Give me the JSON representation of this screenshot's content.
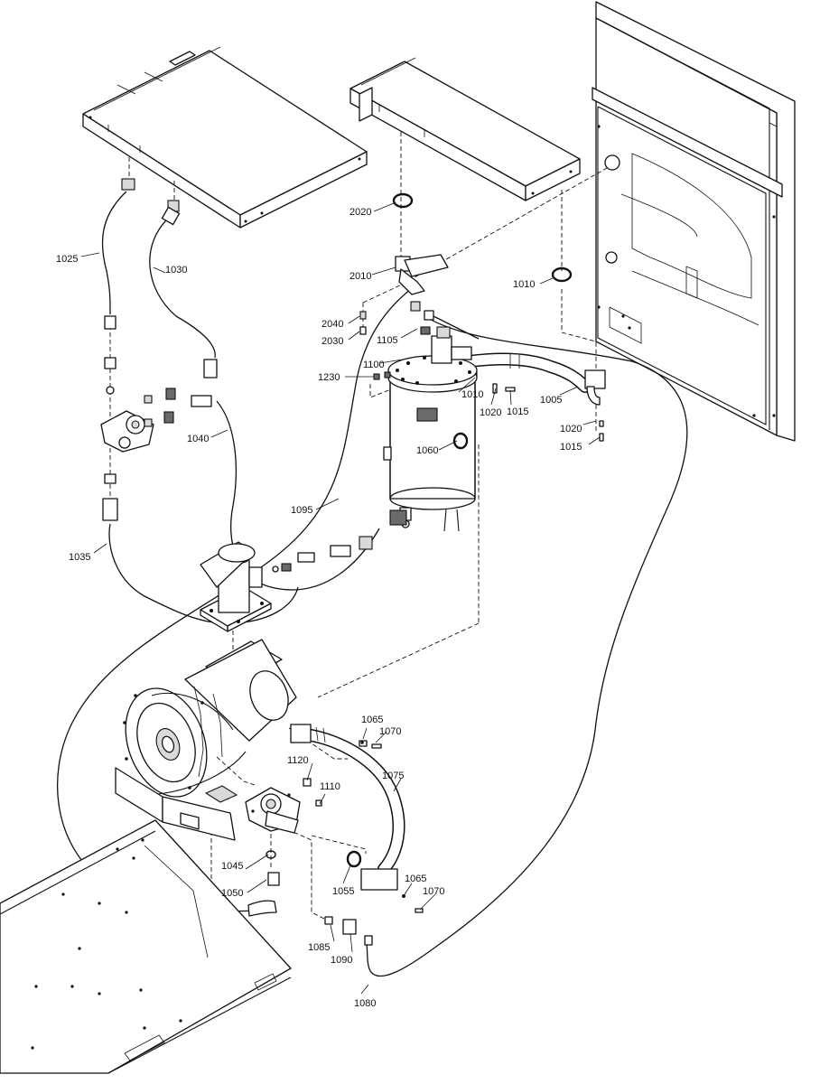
{
  "callouts": {
    "c1005": "1005",
    "c1010a": "1010",
    "c1010b": "1010",
    "c1015a": "1015",
    "c1015b": "1015",
    "c1020a": "1020",
    "c1020b": "1020",
    "c1025": "1025",
    "c1030": "1030",
    "c1035": "1035",
    "c1040": "1040",
    "c1045": "1045",
    "c1050": "1050",
    "c1055": "1055",
    "c1060": "1060",
    "c1065a": "1065",
    "c1065b": "1065",
    "c1070a": "1070",
    "c1070b": "1070",
    "c1075": "1075",
    "c1080": "1080",
    "c1085": "1085",
    "c1090": "1090",
    "c1095": "1095",
    "c1100": "1100",
    "c1105": "1105",
    "c1110": "1110",
    "c1120": "1120",
    "c1230": "1230",
    "c2010": "2010",
    "c2020": "2020",
    "c2030": "2030",
    "c2040": "2040"
  }
}
